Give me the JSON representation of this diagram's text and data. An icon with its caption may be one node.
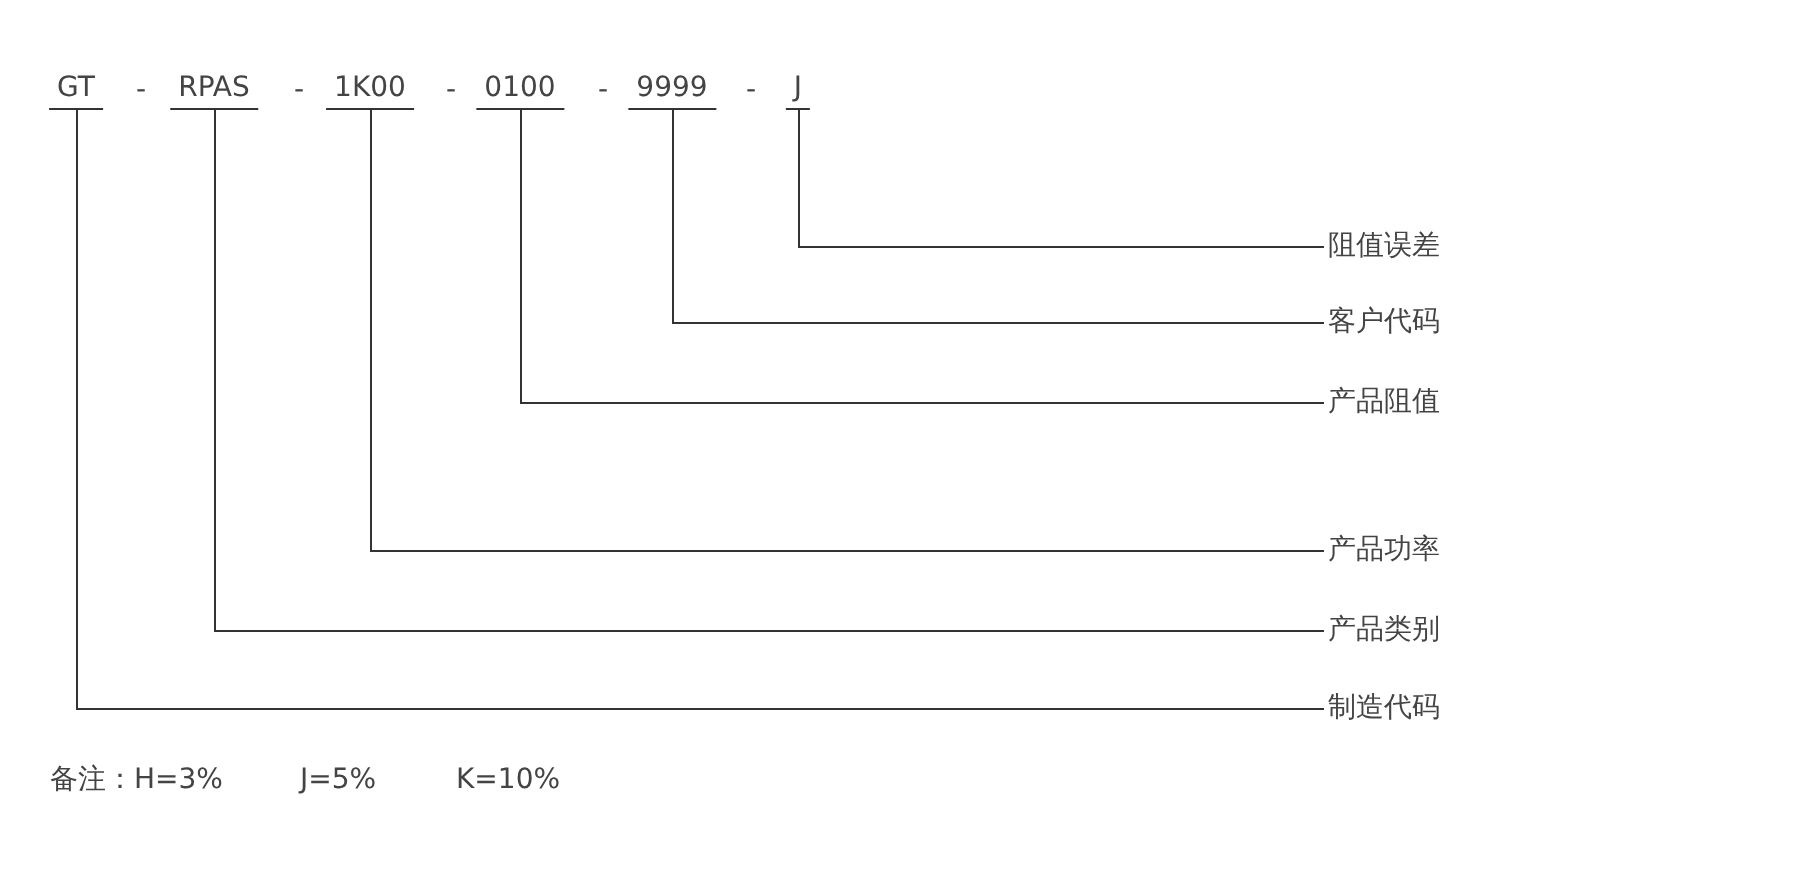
{
  "diagram": {
    "nodes": [
      {
        "text": [
          "GT"
        ]
      },
      {
        "text": [
          "RPAS"
        ]
      },
      {
        "text": [
          "1K00"
        ]
      },
      {
        "text": [
          "0100"
        ]
      },
      {
        "text": [
          "9999"
        ]
      },
      {
        "text": [
          "J"
        ]
      },
      {
        "text": [
          "阻值误差"
        ]
      },
      {
        "text": [
          "客户代码"
        ]
      },
      {
        "text": [
          "产品阻值"
        ]
      },
      {
        "text": [
          "产品功率"
        ]
      },
      {
        "text": [
          "产品类别"
        ]
      },
      {
        "text": [
          "制造代码"
        ]
      }
    ],
    "edges": [
      {
        "from": 5,
        "to": 6,
        "arrow": "none"
      },
      {
        "from": 4,
        "to": 7,
        "arrow": "none"
      },
      {
        "from": 3,
        "to": 8,
        "arrow": "none"
      },
      {
        "from": 2,
        "to": 9,
        "arrow": "none"
      },
      {
        "from": 1,
        "to": 10,
        "arrow": "none"
      },
      {
        "from": 0,
        "to": 11,
        "arrow": "none"
      }
    ],
    "labels": [
      "-",
      "-",
      "-",
      "-",
      "-",
      "备注：H=3%",
      "J=5%",
      "K=10%"
    ]
  }
}
